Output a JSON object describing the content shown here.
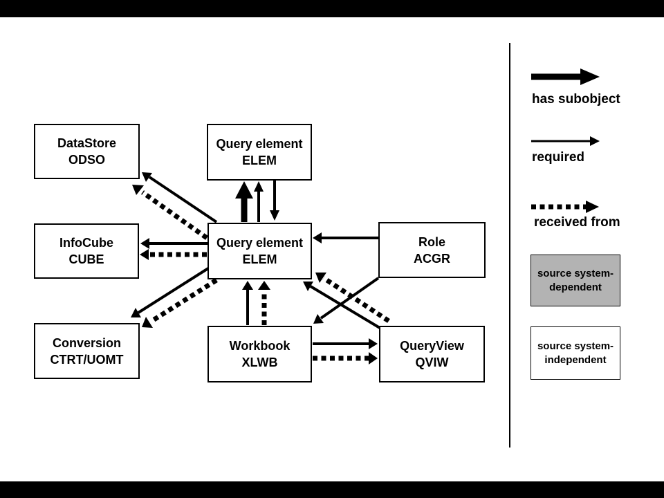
{
  "diagram": {
    "nodes": [
      {
        "id": "datastore",
        "line1": "DataStore",
        "line2": "ODSO"
      },
      {
        "id": "query-element-top",
        "line1": "Query element",
        "line2": "ELEM"
      },
      {
        "id": "infocube",
        "line1": "InfoCube",
        "line2": "CUBE"
      },
      {
        "id": "query-element-center",
        "line1": "Query element",
        "line2": "ELEM"
      },
      {
        "id": "role",
        "line1": "Role",
        "line2": "ACGR"
      },
      {
        "id": "conversion",
        "line1": "Conversion",
        "line2": "CTRT/UOMT"
      },
      {
        "id": "workbook",
        "line1": "Workbook",
        "line2": "XLWB"
      },
      {
        "id": "queryview",
        "line1": "QueryView",
        "line2": "QVIW"
      }
    ],
    "edges": [
      {
        "from": "Query element ELEM (center)",
        "to": "Query element ELEM (top)",
        "type": "has subobject"
      },
      {
        "from": "Query element ELEM (center)",
        "to": "Query element ELEM (top)",
        "type": "required"
      },
      {
        "from": "Query element ELEM (top)",
        "to": "Query element ELEM (center)",
        "type": "required"
      },
      {
        "from": "Query element ELEM (center)",
        "to": "DataStore ODSO",
        "type": "required"
      },
      {
        "from": "Query element ELEM (center)",
        "to": "DataStore ODSO",
        "type": "received from"
      },
      {
        "from": "Query element ELEM (center)",
        "to": "InfoCube CUBE",
        "type": "required"
      },
      {
        "from": "Query element ELEM (center)",
        "to": "InfoCube CUBE",
        "type": "received from"
      },
      {
        "from": "Role ACGR",
        "to": "Query element ELEM (center)",
        "type": "required"
      },
      {
        "from": "Query element ELEM (center)",
        "to": "Conversion CTRT/UOMT",
        "type": "required"
      },
      {
        "from": "Query element ELEM (center)",
        "to": "Conversion CTRT/UOMT",
        "type": "received from"
      },
      {
        "from": "Workbook XLWB",
        "to": "Query element ELEM (center)",
        "type": "required"
      },
      {
        "from": "Workbook XLWB",
        "to": "Query element ELEM (center)",
        "type": "received from"
      },
      {
        "from": "QueryView QVIW",
        "to": "Query element ELEM (center)",
        "type": "required"
      },
      {
        "from": "QueryView QVIW",
        "to": "Query element ELEM (center)",
        "type": "received from"
      },
      {
        "from": "Role ACGR",
        "to": "Workbook XLWB",
        "type": "required"
      },
      {
        "from": "Workbook XLWB",
        "to": "QueryView QVIW",
        "type": "required"
      },
      {
        "from": "Workbook XLWB",
        "to": "QueryView QVIW",
        "type": "received from"
      }
    ]
  },
  "legend": {
    "arrow_items": [
      {
        "type": "thick-arrow",
        "label": "has subobject"
      },
      {
        "type": "thin-arrow",
        "label": "required"
      },
      {
        "type": "dotted-arrow",
        "label": "received from"
      }
    ],
    "box_items": [
      {
        "type": "gray-box",
        "label_line1": "source system-",
        "label_line2": "dependent",
        "fill": "#b3b3b3"
      },
      {
        "type": "white-box",
        "label_line1": "source system-",
        "label_line2": "independent",
        "fill": "#ffffff"
      }
    ],
    "colors": {
      "arrow": "#000000",
      "dependent_fill": "#b3b3b3",
      "independent_fill": "#ffffff"
    }
  }
}
